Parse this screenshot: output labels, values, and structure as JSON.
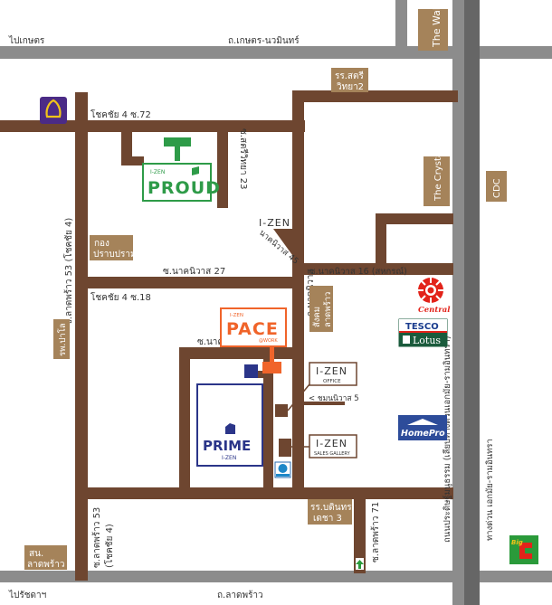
{
  "colors": {
    "road": "#6e4630",
    "road_gray": "#8c8c8c",
    "highway": "#666666",
    "label_box": "#a5835a",
    "proud": "#2e9b48",
    "pace": "#f0642a",
    "prime": "#2b3589",
    "central": "#e2231a",
    "tesco": "#1a5b3c",
    "homepro": "#2d4c9a",
    "scb": "#4b2b86",
    "bigc_green": "#2a9a3a",
    "bigc_red": "#e2231a"
  },
  "roads": {
    "kaset_nawamin": "ถ.เกษตร-นวมินทร์",
    "to_kaset": "ไปเกษตร",
    "chokchai4_72": "โชคชัย 4 ซ.72",
    "chokchai4_18": "โชคชัย 4 ซ.18",
    "sasri23": "ซ.สตรีวิทยา 23",
    "nakniwat45": "นาคนิวาส 45",
    "nakniwat27": "ซ.นาคนิวาส 27",
    "nakniwat16": "ซ.นาคนิวาส 16 (สหกรณ์)",
    "nakniwat7": "ซ.นาคนิวาส 7",
    "nakniwat_v": "ถ.นาคนิวาส",
    "chommaniwat5": "< ชมนนิวาส 5",
    "ladprao53": "ซ.ลาดพร้าว 53 (โชคชัย 4)",
    "ladprao53_b": "ซ.ลาดพร้าว 53",
    "chokchai4_paren": "(โชคชัย 4)",
    "ladprao71": "ซ.ลาดพร้าว 71",
    "ladprao_rd": "ถ.ลาดพร้าว",
    "to_chidlom": "ไปรัชดาฯ",
    "pradit_manutham": "ถนนประดิษฐ์มนูธรรม (เลียบทางด่วนเอกมัย-รามอินทรา)",
    "expressway": "ทางด่วน เอกมัย-รามอินทรา"
  },
  "places": {
    "the_walk": "The Walk",
    "sasri_school": [
      "รร.สตรี",
      "วิทยา2"
    ],
    "the_crystal": "The Crystal",
    "cdc": "CDC",
    "kong_prabprom": [
      "กอง",
      "ปราบปราม"
    ],
    "phyathai_hosp": "รพ.ปาโล",
    "sangkhom": [
      "สน.",
      "ลาดพร้าว"
    ],
    "bodindecha": [
      "รร.บดินทร",
      "เดชา 3"
    ],
    "sangkhom_ladprao": [
      "สังคม",
      "ลาดพร้าว"
    ]
  },
  "landmarks": {
    "izen_intersection": "I-ZEN",
    "proud_small": "I-ZEN",
    "proud": "PROUD",
    "pace_small": "I-ZEN",
    "pace": "PACE",
    "pace_sub": "@WORK",
    "prime": "PRIME",
    "prime_sub": "I-ZEN",
    "office_title": "I-ZEN",
    "office_sub": "OFFICE",
    "gallery_title": "I-ZEN",
    "gallery_sub": "SALES GALLERY",
    "central": "Central",
    "tesco": "TESCO",
    "lotus": "Lotus",
    "homepro": "HomePro",
    "bigc": "Big"
  }
}
